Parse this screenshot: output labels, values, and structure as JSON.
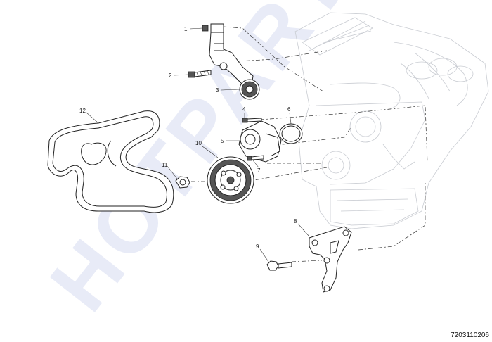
{
  "watermark": {
    "text": "HOTPARTS"
  },
  "callouts": {
    "n1": "1",
    "n2": "2",
    "n3": "3",
    "n4": "4",
    "n5": "5",
    "n6": "6",
    "n7": "7",
    "n8": "8",
    "n9": "9",
    "n10": "10",
    "n11": "11",
    "n12": "12"
  },
  "document": {
    "number": "7203110206"
  },
  "colors": {
    "watermark": "#e8ebf7",
    "ghost_engine": "#c9ccd2",
    "line_art": "#222222"
  }
}
